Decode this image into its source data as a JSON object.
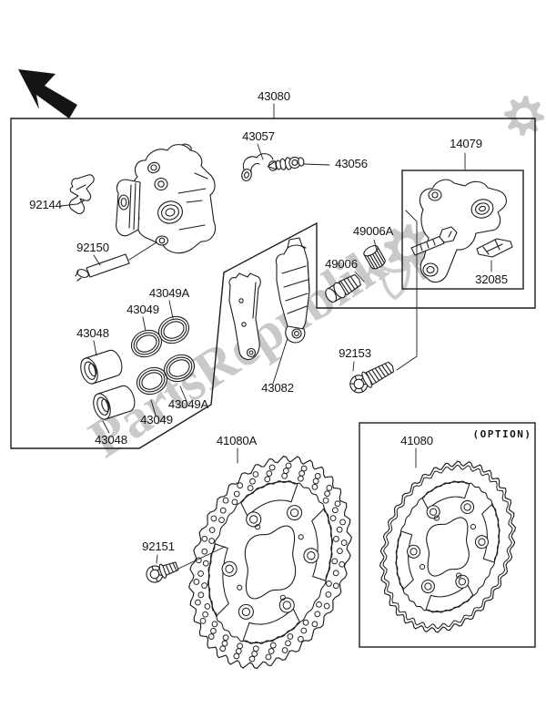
{
  "watermark": {
    "text": "PartsRepublik",
    "mark": "|(",
    "color": "#c9c9c9"
  },
  "colors": {
    "line": "#1c1c1c",
    "background": "#ffffff",
    "watermark": "#c9c9c9"
  },
  "option_label": "(OPTION)",
  "labels": [
    {
      "key": "43080",
      "text": "43080"
    },
    {
      "key": "43057",
      "text": "43057"
    },
    {
      "key": "43056",
      "text": "43056"
    },
    {
      "key": "14079",
      "text": "14079"
    },
    {
      "key": "92144",
      "text": "92144"
    },
    {
      "key": "92150",
      "text": "92150"
    },
    {
      "key": "49006A",
      "text": "49006A"
    },
    {
      "key": "49006",
      "text": "49006"
    },
    {
      "key": "32085",
      "text": "32085"
    },
    {
      "key": "92153",
      "text": "92153"
    },
    {
      "key": "43049A-upper",
      "text": "43049A"
    },
    {
      "key": "43049-upper",
      "text": "43049"
    },
    {
      "key": "43048-upper",
      "text": "43048"
    },
    {
      "key": "43048-lower",
      "text": "43048"
    },
    {
      "key": "43049A-lower",
      "text": "43049A"
    },
    {
      "key": "43049-lower",
      "text": "43049"
    },
    {
      "key": "43082",
      "text": "43082"
    },
    {
      "key": "41080A",
      "text": "41080A"
    },
    {
      "key": "92151",
      "text": "92151"
    },
    {
      "key": "41080",
      "text": "41080"
    }
  ]
}
